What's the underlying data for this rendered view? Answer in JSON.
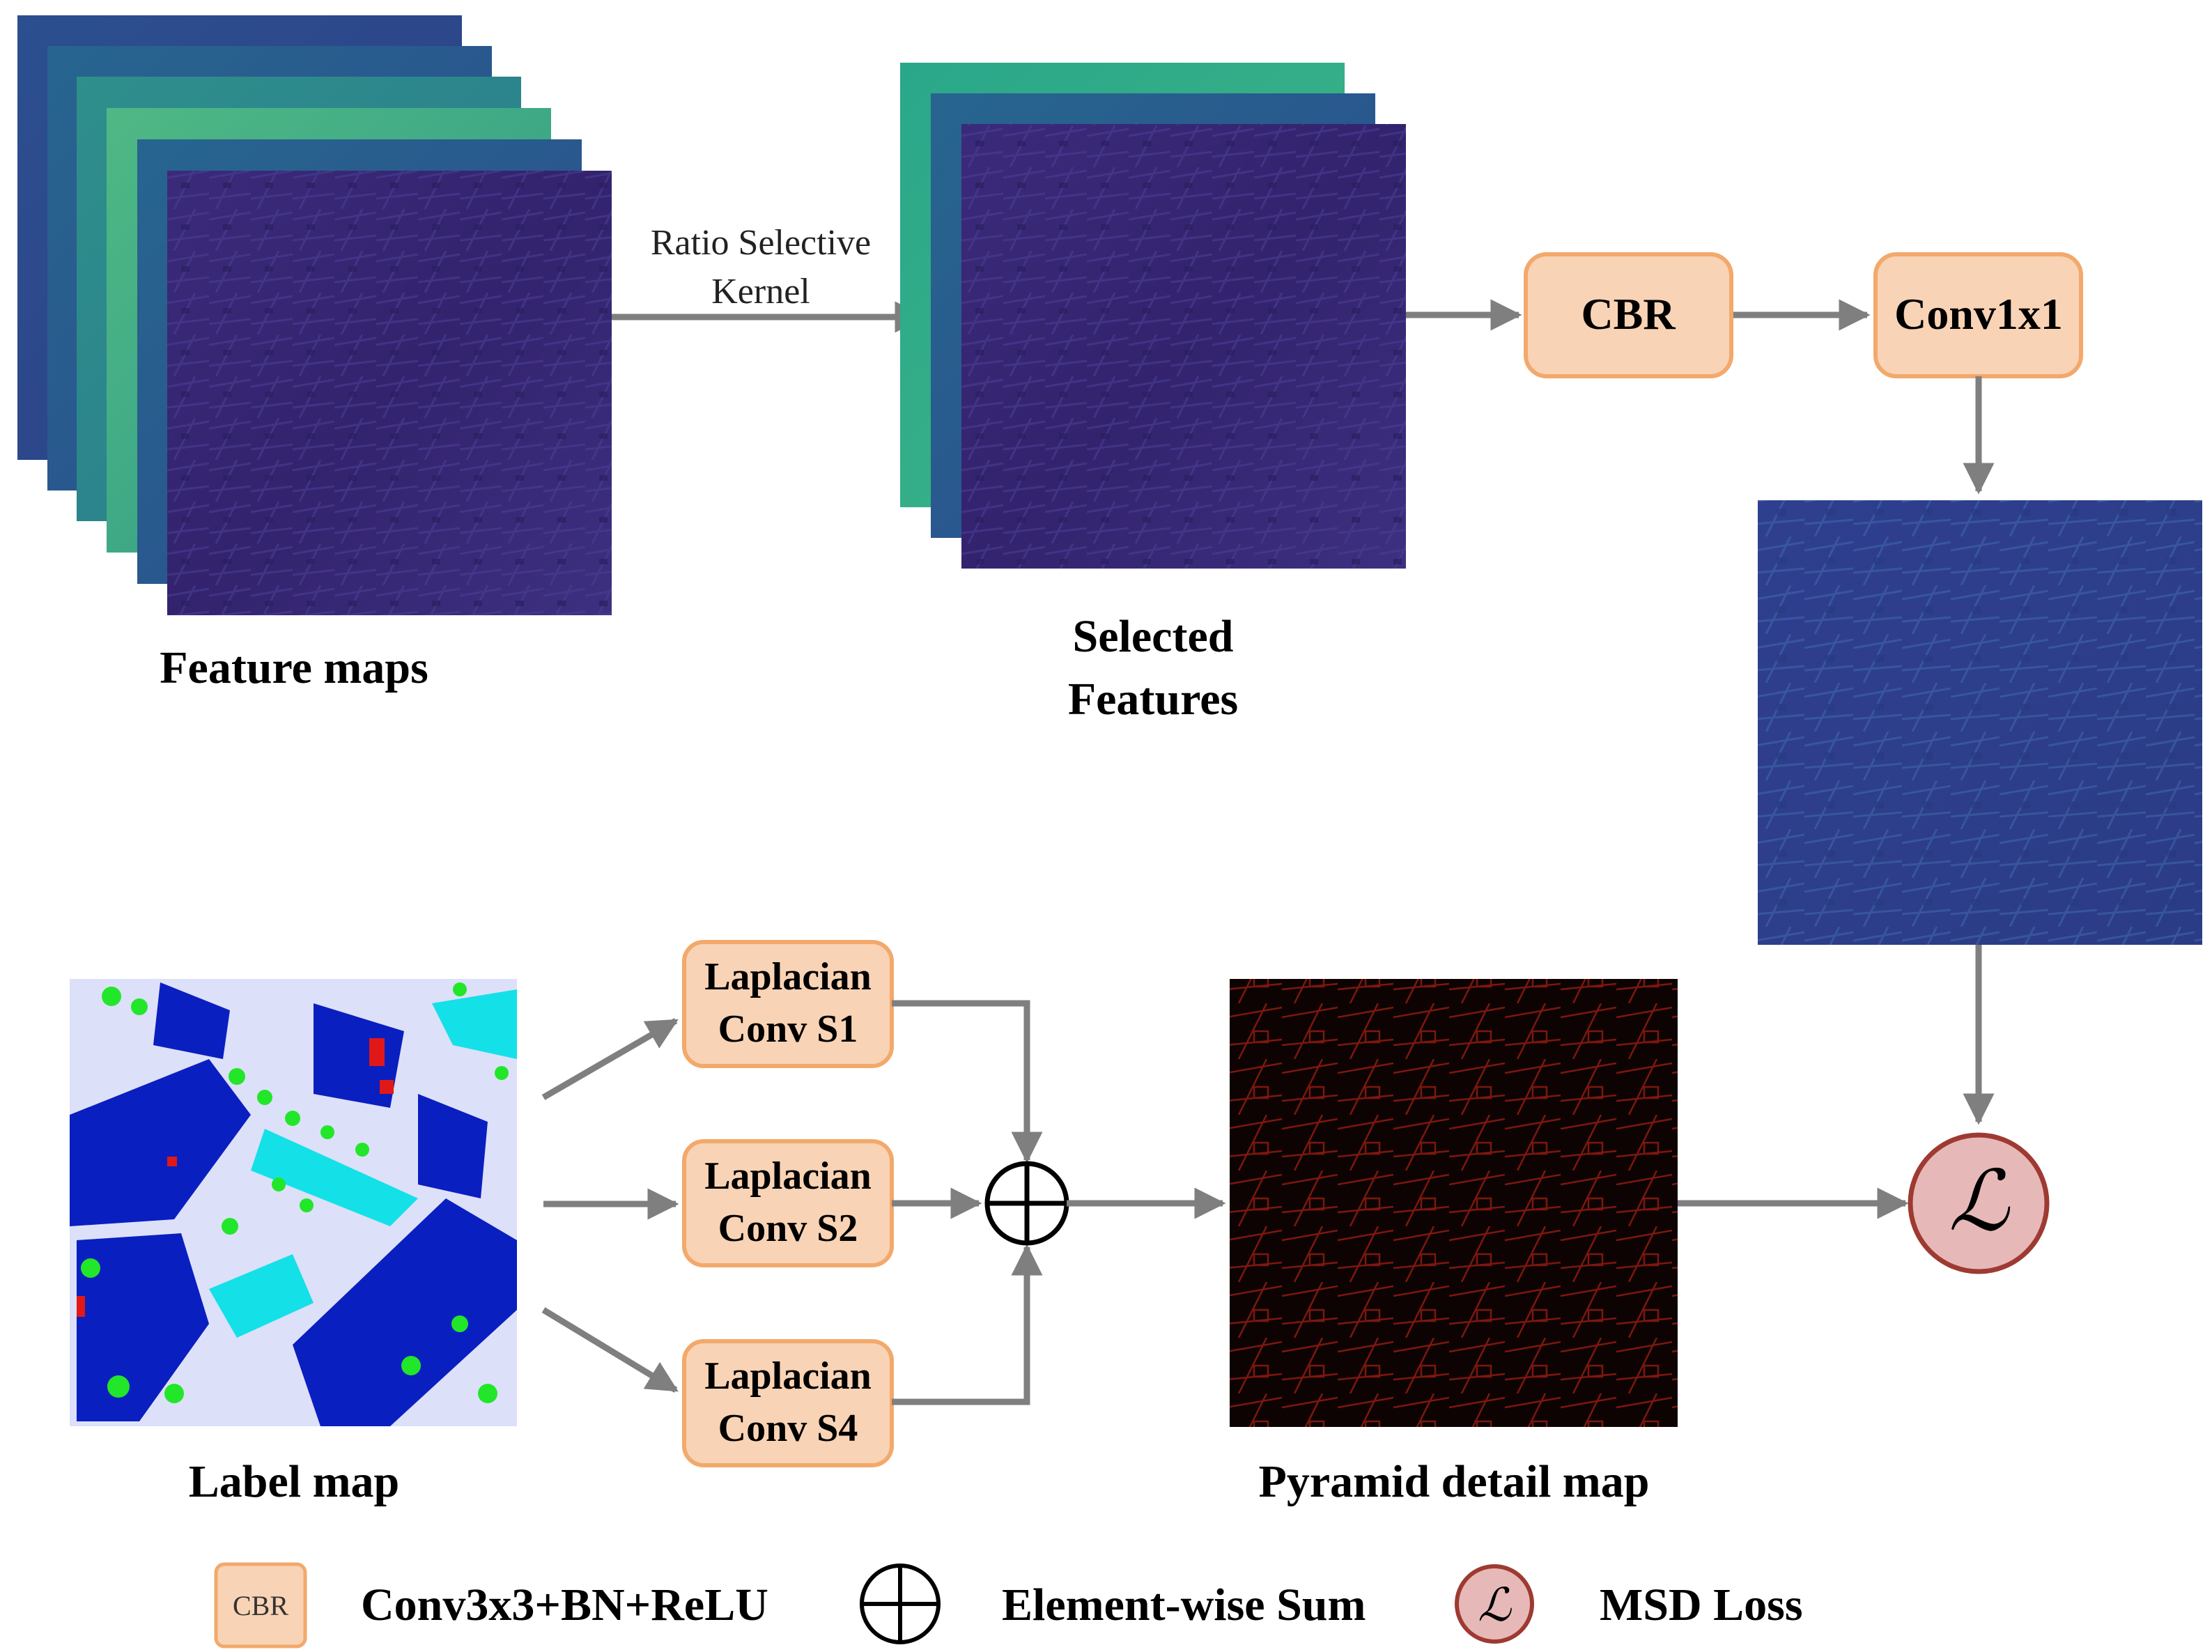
{
  "feature_maps": {
    "label": "Feature maps"
  },
  "arrow_label": {
    "line1": "Ratio Selective",
    "line2": "Kernel"
  },
  "selected_features": {
    "line1": "Selected",
    "line2": "Features"
  },
  "blocks": {
    "cbr": "CBR",
    "conv1x1": "Conv1x1",
    "lap1": {
      "line1": "Laplacian",
      "line2": "Conv S1"
    },
    "lap2": {
      "line1": "Laplacian",
      "line2": "Conv S2"
    },
    "lap4": {
      "line1": "Laplacian",
      "line2": "Conv S4"
    }
  },
  "label_map": {
    "label": "Label map"
  },
  "pyramid": {
    "label": "Pyramid detail map"
  },
  "loss_symbol": "ℒ",
  "legend": {
    "cbr_box": "CBR",
    "cbr_desc": "Conv3x3+BN+ReLU",
    "sum_desc": "Element-wise Sum",
    "loss_symbol": "ℒ",
    "loss_desc": "MSD Loss"
  },
  "colors": {
    "block_fill": "#f9d3b5",
    "block_stroke": "#f2a96b",
    "arrow": "#7f7f7f",
    "loss_fill": "#e6b9b8",
    "loss_stroke": "#9e3a32",
    "feature_purple": "#3a2a78",
    "feature_teal": "#2a8a8e",
    "feature_green": "#45b187",
    "detail_red": "#8a1a10"
  }
}
